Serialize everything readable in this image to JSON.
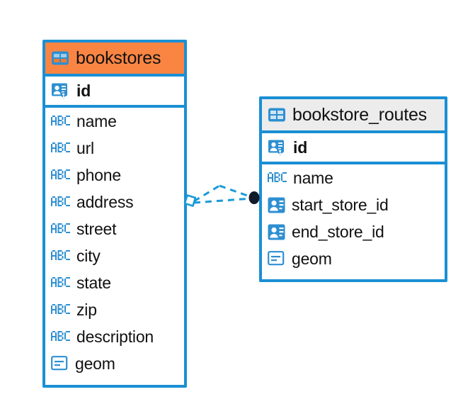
{
  "diagram": {
    "type": "entity-relationship-diagram",
    "colors": {
      "entity_border": "#1a8fd4",
      "header_highlight": "#fa8543",
      "header_default": "#ececec",
      "icon_blue": "#2e8fd1",
      "connector_line": "#1a9ad6",
      "connector_endpoint": "#101a28",
      "canvas_background": "#ffffff",
      "text": "#111111"
    },
    "entities": [
      {
        "name": "bookstores",
        "title": "bookstores",
        "header_style": "orange",
        "title_icon": "table-icon",
        "primary_key": {
          "label": "id",
          "icon": "primary-key-icon"
        },
        "fields": [
          {
            "label": "name",
            "icon": "abc-text-icon"
          },
          {
            "label": "url",
            "icon": "abc-text-icon"
          },
          {
            "label": "phone",
            "icon": "abc-text-icon"
          },
          {
            "label": "address",
            "icon": "abc-text-icon"
          },
          {
            "label": "street",
            "icon": "abc-text-icon"
          },
          {
            "label": "city",
            "icon": "abc-text-icon"
          },
          {
            "label": "state",
            "icon": "abc-text-icon"
          },
          {
            "label": "zip",
            "icon": "abc-text-icon"
          },
          {
            "label": "description",
            "icon": "abc-text-icon"
          },
          {
            "label": "geom",
            "icon": "geometry-icon"
          }
        ]
      },
      {
        "name": "bookstore_routes",
        "title": "bookstore_routes",
        "header_style": "gray",
        "title_icon": "table-icon",
        "primary_key": {
          "label": "id",
          "icon": "primary-key-icon"
        },
        "fields": [
          {
            "label": "name",
            "icon": "abc-text-icon"
          },
          {
            "label": "start_store_id",
            "icon": "foreign-key-icon"
          },
          {
            "label": "end_store_id",
            "icon": "foreign-key-icon"
          },
          {
            "label": "geom",
            "icon": "geometry-icon"
          }
        ]
      }
    ],
    "relationship": {
      "from_entity": "bookstores",
      "to_entity": "bookstore_routes",
      "line_style": "dashed",
      "source_endpoint": "rhombus-marker",
      "target_endpoint": "filled-circle-marker"
    }
  }
}
